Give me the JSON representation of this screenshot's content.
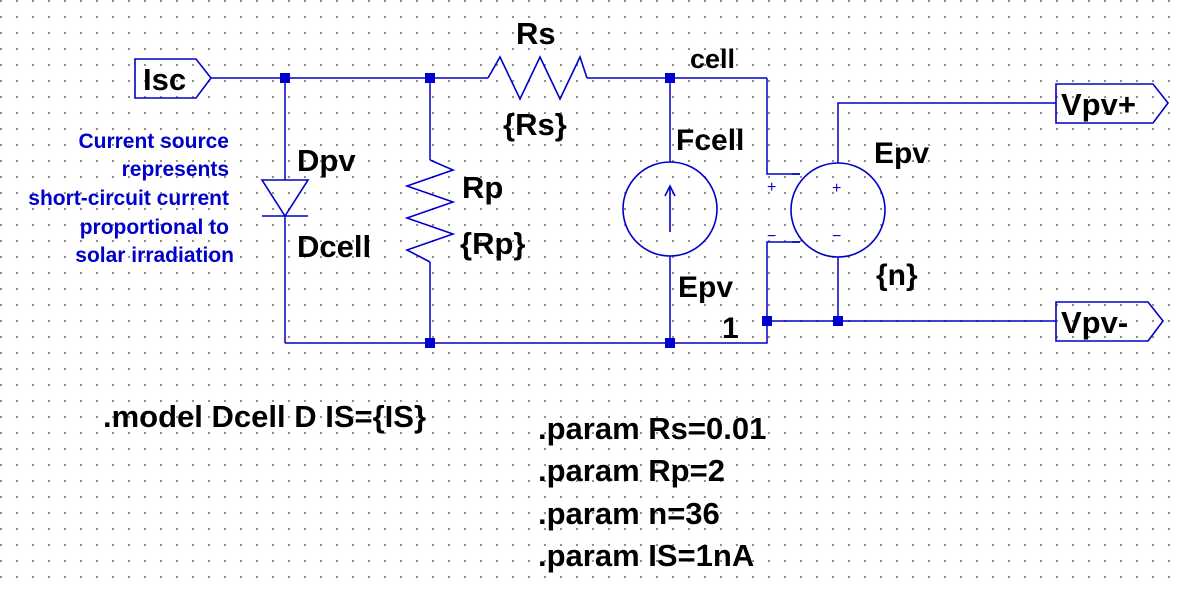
{
  "ports": {
    "isc": "Isc",
    "vpv_plus": "Vpv+",
    "vpv_minus": "Vpv-"
  },
  "net_labels": {
    "cell": "cell"
  },
  "components": {
    "diode": {
      "instance": "Dpv",
      "model": "Dcell"
    },
    "rs": {
      "instance": "Rs",
      "value": "{Rs}"
    },
    "rp": {
      "instance": "Rp",
      "value": "{Rp}"
    },
    "fcell": {
      "instance": "Fcell",
      "control": "Epv",
      "gain": "1"
    },
    "epv": {
      "instance": "Epv",
      "gain": "{n}",
      "plus_pin": "+",
      "minus_pin": "−"
    }
  },
  "annotation": [
    "Current source",
    "represents",
    "short-circuit current",
    "proportional to",
    "solar irradiation"
  ],
  "directives": {
    "model": ".model Dcell D IS={IS}",
    "params": [
      ".param Rs=0.01",
      ".param Rp=2",
      ".param n=36",
      ".param IS=1nA"
    ]
  }
}
